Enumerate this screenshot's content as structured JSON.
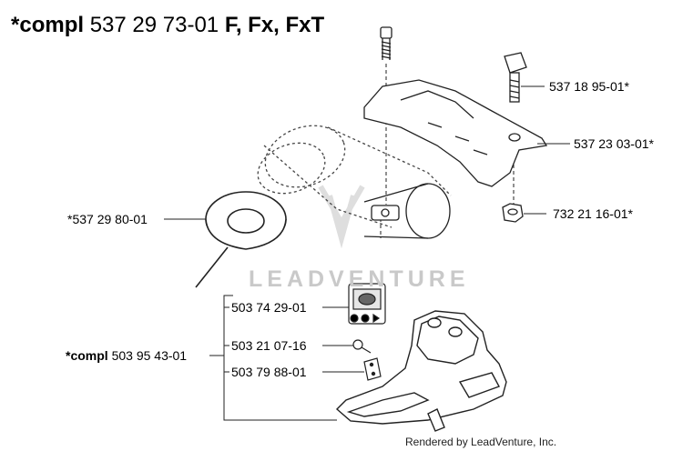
{
  "title": {
    "prefix": "*compl",
    "number": "537 29 73-01",
    "suffix": "F, Fx, FxT"
  },
  "watermark": "LEADVENTURE",
  "footer": "Rendered by LeadVenture, Inc.",
  "parts": {
    "bolt": "537 18 95-01*",
    "guard_plate": "537 23 03-01*",
    "nut": "732 21 16-01*",
    "washer": "*537 29 80-01",
    "label_sticker": "503 74 29-01",
    "screw": "503 21 07-16",
    "clip": "503 79 88-01"
  },
  "assembly": {
    "prefix": "*compl",
    "number": "503 95 43-01"
  }
}
